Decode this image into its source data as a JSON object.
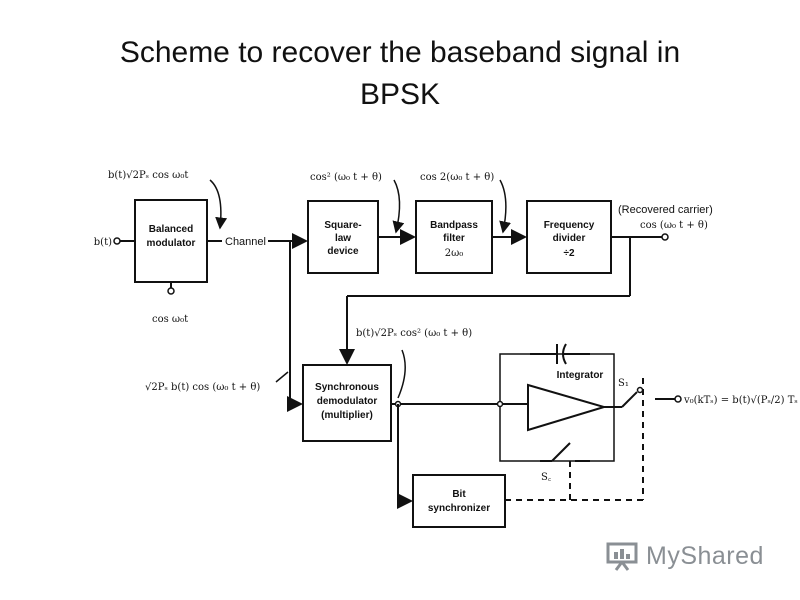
{
  "title": {
    "line1": "Scheme to recover the baseband signal in",
    "line2": "BPSK"
  },
  "blocks": {
    "balanced_modulator": [
      "Balanced",
      "modulator"
    ],
    "square_law": [
      "Square-",
      "law",
      "device"
    ],
    "bandpass": [
      "Bandpass",
      "filter",
      "2ω₀"
    ],
    "freq_divider": [
      "Frequency",
      "divider",
      "÷2"
    ],
    "sync_demod": [
      "Synchronous",
      "demodulator",
      "(multiplier)"
    ],
    "bit_sync": [
      "Bit",
      "synchronizer"
    ],
    "integrator": "Integrator"
  },
  "labels": {
    "input_b": "b(t)",
    "mod_input": "b(t)√2Pₛ cos ω₀t",
    "channel": "Channel",
    "cos_w0t": "cos ω₀t",
    "sq_out": "cos² (ω₀ t + θ)",
    "bp_out": "cos 2(ω₀ t + θ)",
    "recovered": "(Recovered carrier)",
    "recovered_expr": "cos (ω₀ t + θ)",
    "demod_in": "b(t)√2Pₛ cos² (ω₀ t + θ)",
    "rx_signal": "√2Pₛ b(t) cos (ω₀ t + θ)",
    "switch_s1": "S₁",
    "switch_sc": "S꜀",
    "output": "v₀(kTₛ) = b(t)√(Pₛ/2) Tₛ"
  },
  "watermark": {
    "text": "MyShared",
    "color": "#8a8f94",
    "icon": "presentation-board-icon"
  }
}
